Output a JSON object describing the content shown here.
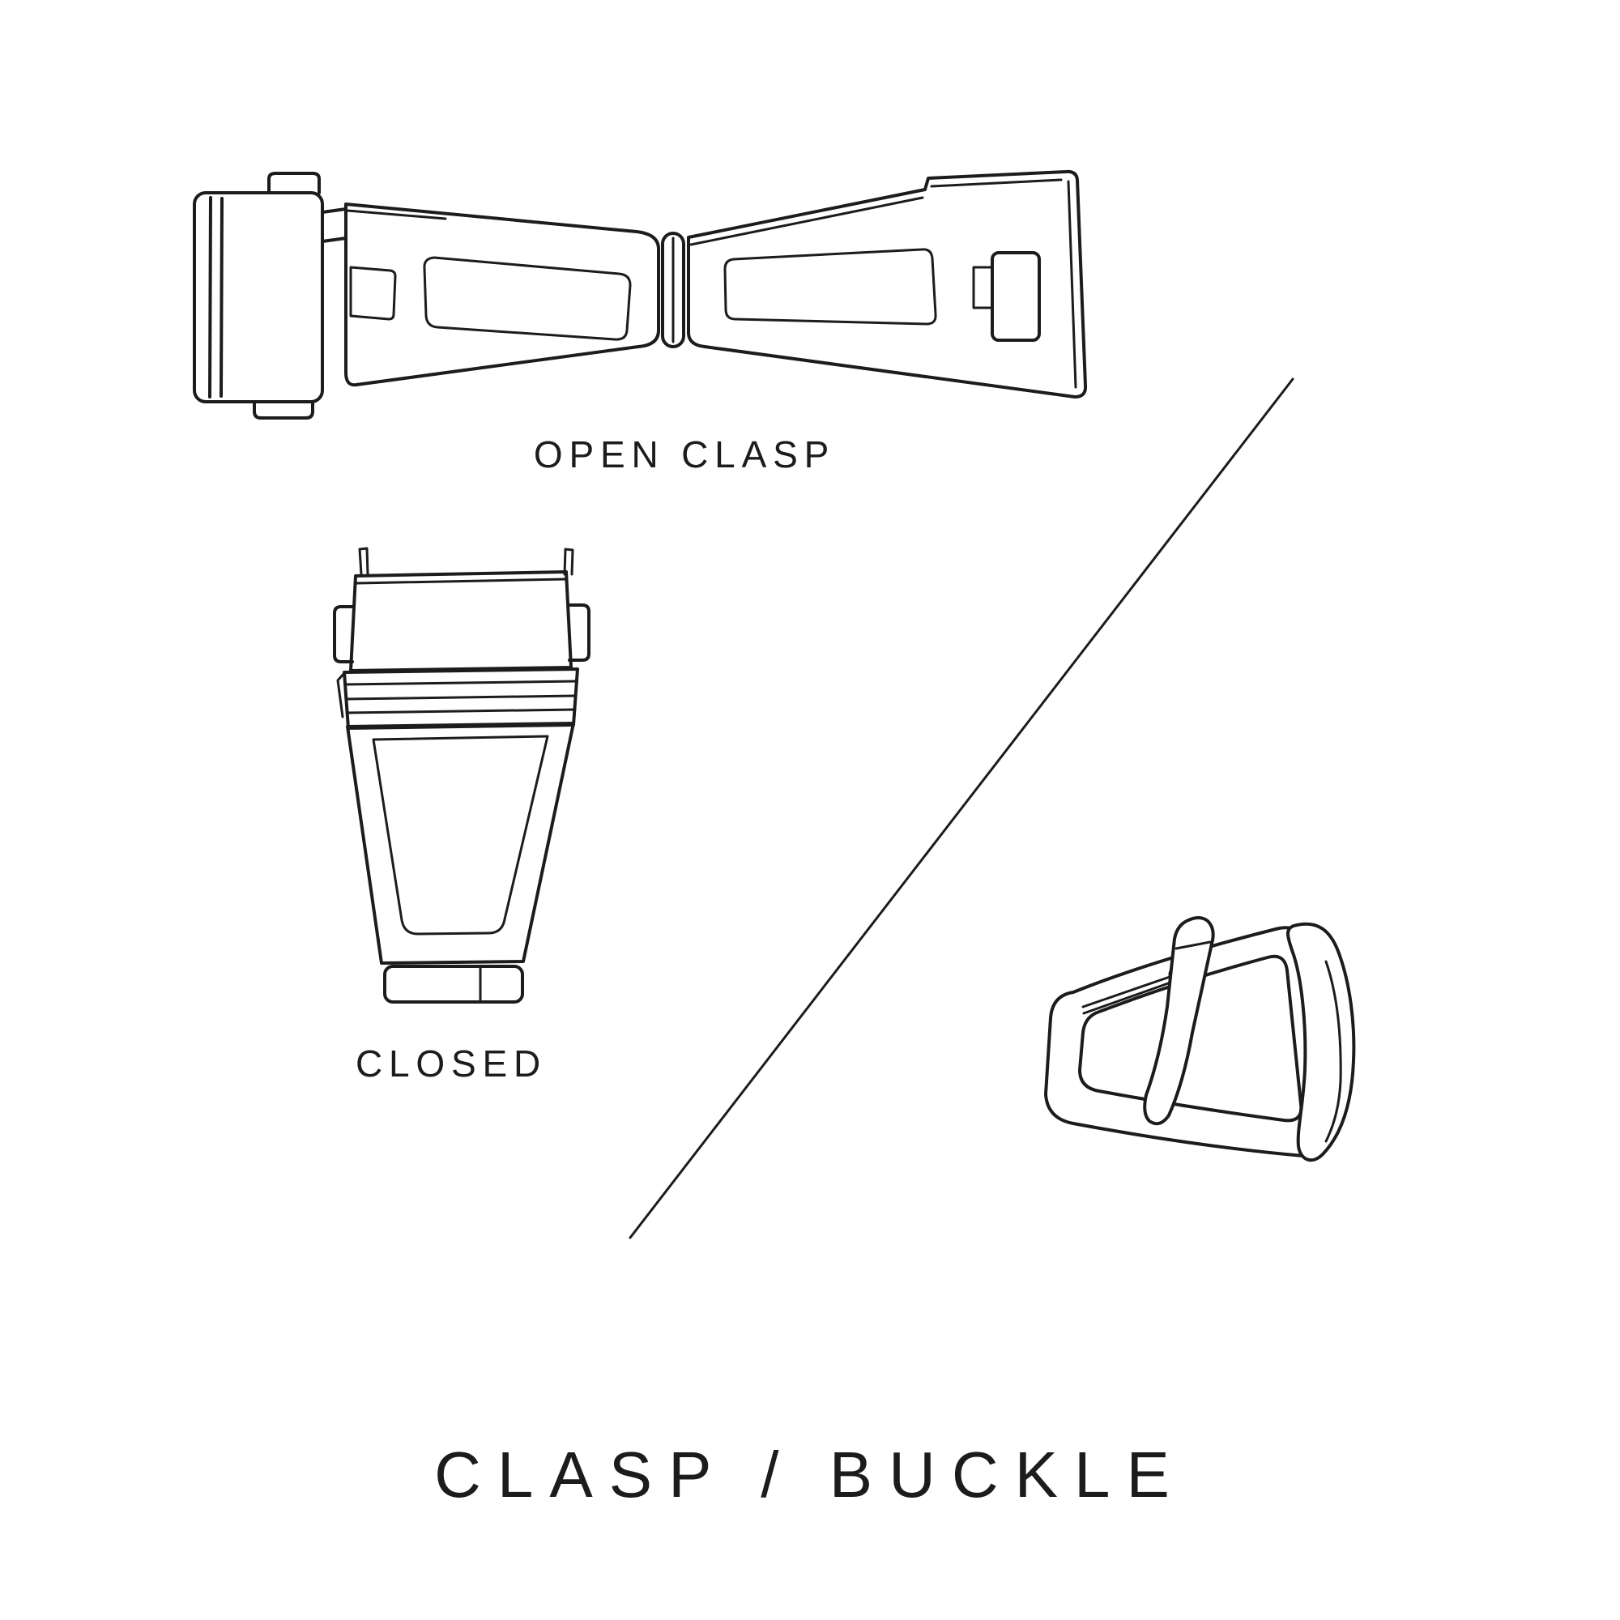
{
  "page": {
    "background": "#ffffff",
    "ink": "#1c1c1c"
  },
  "title": "CLASP / BUCKLE",
  "figures": {
    "open_clasp": {
      "label": "OPEN CLASP",
      "illustration": "open-deployant-clasp-line-drawing"
    },
    "closed_clasp": {
      "label": "CLOSED",
      "illustration": "closed-clasp-line-drawing"
    },
    "buckle": {
      "illustration": "tang-buckle-line-drawing"
    }
  },
  "divider": {
    "style": "diagonal-line"
  }
}
